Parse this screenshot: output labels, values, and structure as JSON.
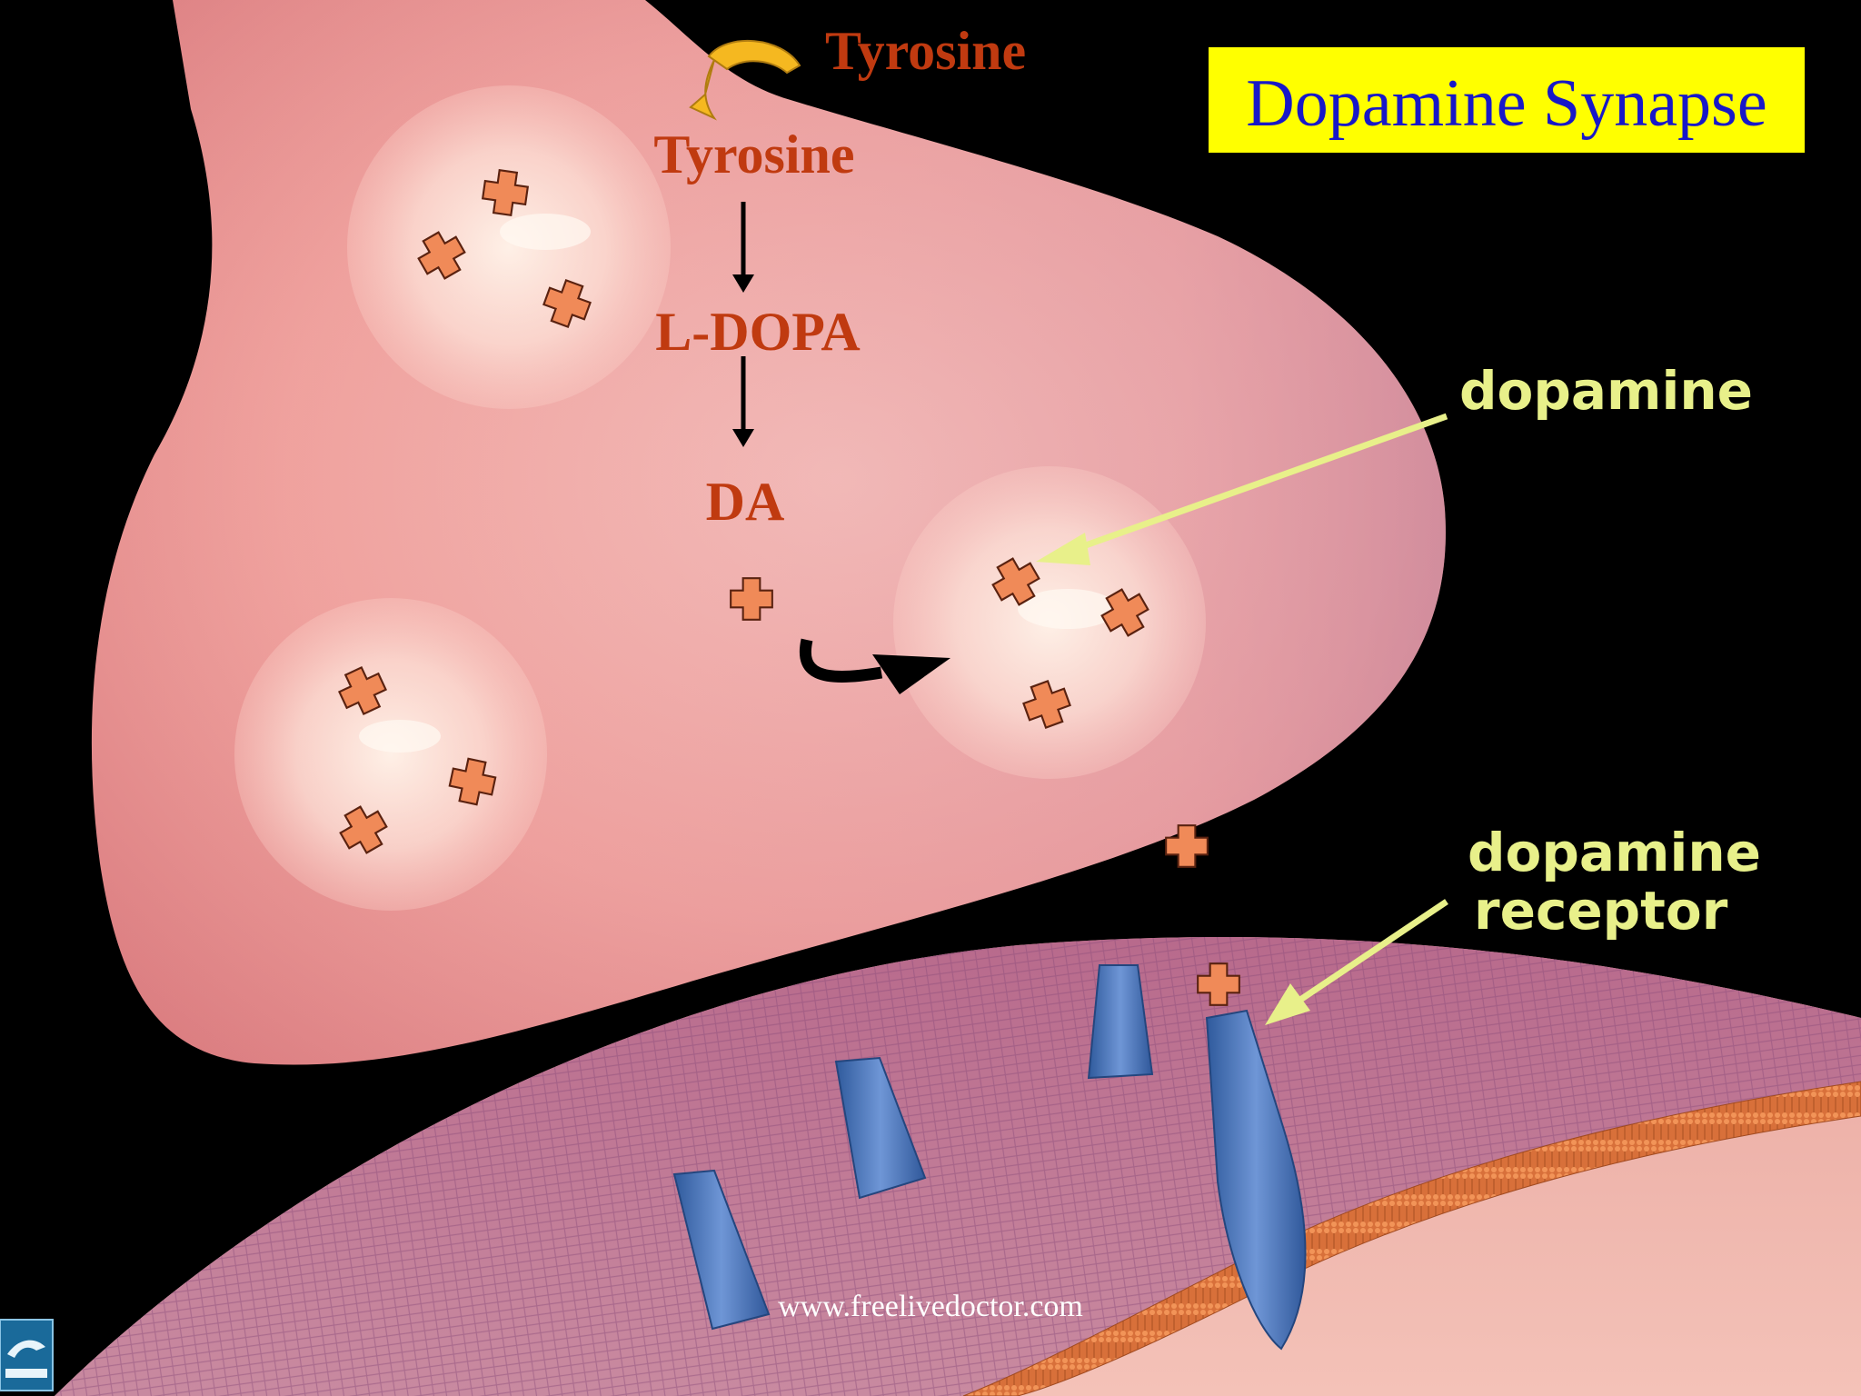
{
  "title": "Dopamine Synapse",
  "pathway": {
    "external": "Tyrosine",
    "steps": [
      "Tyrosine",
      "L-DOPA",
      "DA"
    ]
  },
  "labels": {
    "dopamine": "dopamine",
    "receptor_line1": "dopamine",
    "receptor_line2": "receptor"
  },
  "watermark": "www.freelivedoctor.com",
  "colors": {
    "background": "#000000",
    "neuron": "#f2a6a3",
    "membrane": "#c2708f",
    "bilayer": "#e07a3c",
    "receptor": "#4a74b8",
    "dopamine": "#f08a58",
    "pathway_text": "#c03a10",
    "label_text": "#e8f08a",
    "title_box": "#ffff00",
    "title_text": "#1818c8"
  },
  "icons": [
    "dopamine-molecule-icon",
    "receptor-icon",
    "vesicle-icon",
    "logo-icon"
  ]
}
